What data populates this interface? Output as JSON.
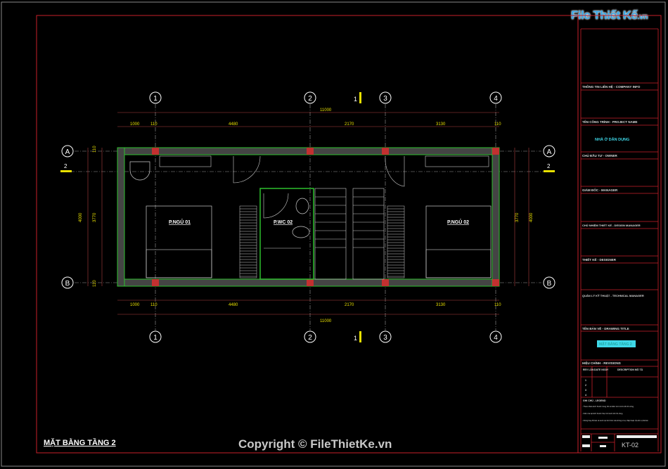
{
  "logo": {
    "main": "File Thiết Kế",
    "suffix": ".vn"
  },
  "watermark": "Copyright © FileThietKe.vn",
  "drawing_title": "MẶT BẰNG TẦNG 2",
  "grid": {
    "columns": [
      "1",
      "2",
      "3",
      "4"
    ],
    "rows": [
      "A",
      "B"
    ],
    "section_marks": [
      "1",
      "2"
    ]
  },
  "dimensions": {
    "overall": "11000",
    "horizontal": [
      "1000",
      "110",
      "4480",
      "2170",
      "3130",
      "110"
    ],
    "vertical_outer": "4000",
    "vertical_inner": "3770",
    "vertical_wall": "110"
  },
  "rooms": [
    "P.NGỦ 01",
    "P.WC 02",
    "P.NGỦ 02"
  ],
  "title_block": {
    "company_info": "THÔNG TIN LIÊN HỆ - COMPANY INFO",
    "project_name_label": "TÊN CÔNG TRÌNH - PROJECT NAME",
    "project_name": "NHÀ Ở DÂN DỤNG",
    "owner": "CHỦ ĐẦU TƯ - OWNER",
    "manager": "GIÁM ĐỐC - MANAGER",
    "design_manager": "CHỦ NHIỆM THIẾT KẾ - DESIGN MANAGER",
    "designer": "THIẾT KẾ - DESIGNER",
    "technical_manager": "QUẢN LÝ KỸ THUẬT - TECHNICAL MANAGER",
    "drawing_title_label": "TÊN BẢN VẼ - DRAWING TITLE",
    "drawing_title_value": "MẶT BẰNG TẦNG 2",
    "revision_label": "HIỆU CHỈNH - REVISIONS",
    "rev_headers": [
      "REV LẦN",
      "DATE NGÀY",
      "DESCRIPTION MÔ TẢ"
    ],
    "rev_rows": [
      "1",
      "2",
      "3",
      "4"
    ],
    "legend_label": "GHI CHÚ - LEGEND",
    "notes": [
      "- Tham khảo kích thước trong hồ sơ kiến trúc trước khi thi công.",
      "- Kiểm tra lại kích thước thực tế trước khi thi công.",
      "- Không thay đổi bản vẽ dưới mọi hình thức nếu không có sự chấp thuận của đơn vị thiết kế."
    ],
    "sheet_number": "KT-02"
  },
  "colors": {
    "frame": "#c8202a",
    "wall": "#2ec02e",
    "column": "#c23030",
    "dimension": "#e8e000",
    "accent": "#3fd8e8"
  }
}
